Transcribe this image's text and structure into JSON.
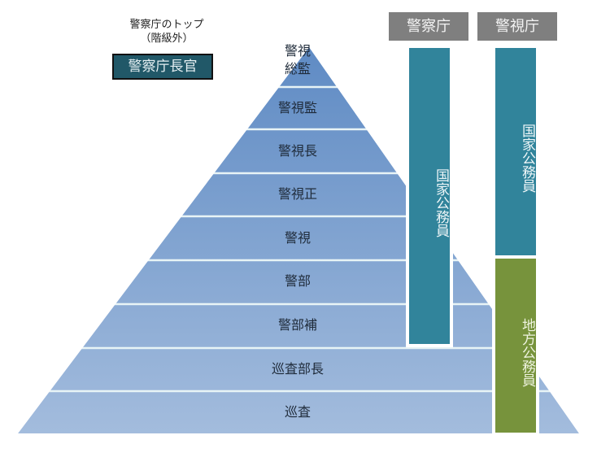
{
  "top_note": {
    "line1": "警察庁のトップ",
    "line2": "（階級外）"
  },
  "chief": {
    "label": "警察庁長官"
  },
  "pyramid": {
    "tiers": [
      {
        "label_line1": "警視",
        "label_line2": "総監"
      },
      {
        "label": "警視監"
      },
      {
        "label": "警視長"
      },
      {
        "label": "警視正"
      },
      {
        "label": "警視"
      },
      {
        "label": "警部"
      },
      {
        "label": "警部補"
      },
      {
        "label": "巡査部長"
      },
      {
        "label": "巡査"
      }
    ]
  },
  "organizations": [
    {
      "name": "警察庁"
    },
    {
      "name": "警視庁"
    }
  ],
  "bars": {
    "npa_national": {
      "label": "国家公務員"
    },
    "mpd_national": {
      "label": "国家公務員"
    },
    "mpd_local": {
      "label": "地方公務員"
    }
  },
  "colors": {
    "pyramid_top": "#5f8bc4",
    "pyramid_bottom": "#a3bcdd",
    "national_bar": "#31849b",
    "local_bar": "#77933c",
    "org_header": "#7f7f7f",
    "chief_box": "#215868"
  }
}
